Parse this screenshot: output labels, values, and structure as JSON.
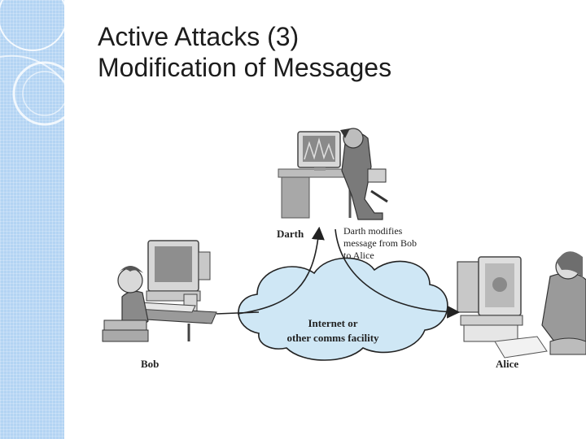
{
  "slide": {
    "title_line1": "Active Attacks (3)",
    "title_line2": "Modification of Messages"
  },
  "diagram": {
    "cloud_line1": "Internet or",
    "cloud_line2": "other comms facility",
    "darth": "Darth",
    "bob": "Bob",
    "alice": "Alice",
    "note_line1": "Darth modifies",
    "note_line2": "message from Bob",
    "note_line3": "to Alice"
  },
  "colors": {
    "accent_panel": "#b3d4f3",
    "cloud_fill": "#cfe7f5",
    "title_text": "#1c1c1c"
  }
}
